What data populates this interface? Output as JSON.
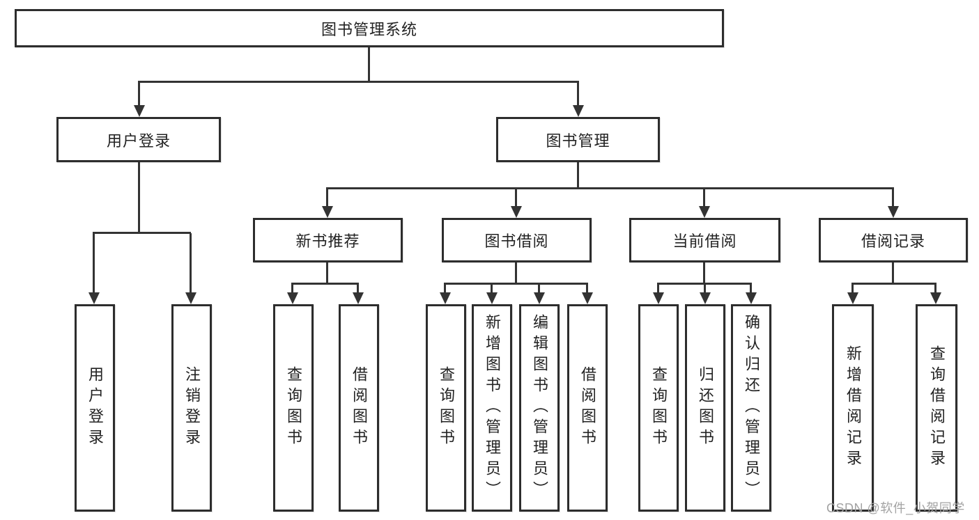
{
  "diagram": {
    "root": {
      "label": "图书管理系统"
    },
    "branches": [
      {
        "label": "用户登录",
        "leaves": [
          {
            "label": "用户登录"
          },
          {
            "label": "注销登录"
          }
        ]
      },
      {
        "label": "图书管理",
        "children": [
          {
            "label": "新书推荐",
            "leaves": [
              {
                "label": "查询图书"
              },
              {
                "label": "借阅图书"
              }
            ]
          },
          {
            "label": "图书借阅",
            "leaves": [
              {
                "label": "查询图书"
              },
              {
                "label": "新增图书（管理员）"
              },
              {
                "label": "编辑图书（管理员）"
              },
              {
                "label": "借阅图书"
              }
            ]
          },
          {
            "label": "当前借阅",
            "leaves": [
              {
                "label": "查询图书"
              },
              {
                "label": "归还图书"
              },
              {
                "label": "确认归还（管理员）"
              }
            ]
          },
          {
            "label": "借阅记录",
            "leaves": [
              {
                "label": "新增借阅记录"
              },
              {
                "label": "查询借阅记录"
              }
            ]
          }
        ]
      }
    ]
  },
  "watermark": {
    "text": "CSDN @软件_小贺同学",
    "color": "#a3a3a3"
  },
  "colors": {
    "line": "#333333",
    "border": "#2d2d2d",
    "text": "#222222",
    "background": "#ffffff"
  }
}
